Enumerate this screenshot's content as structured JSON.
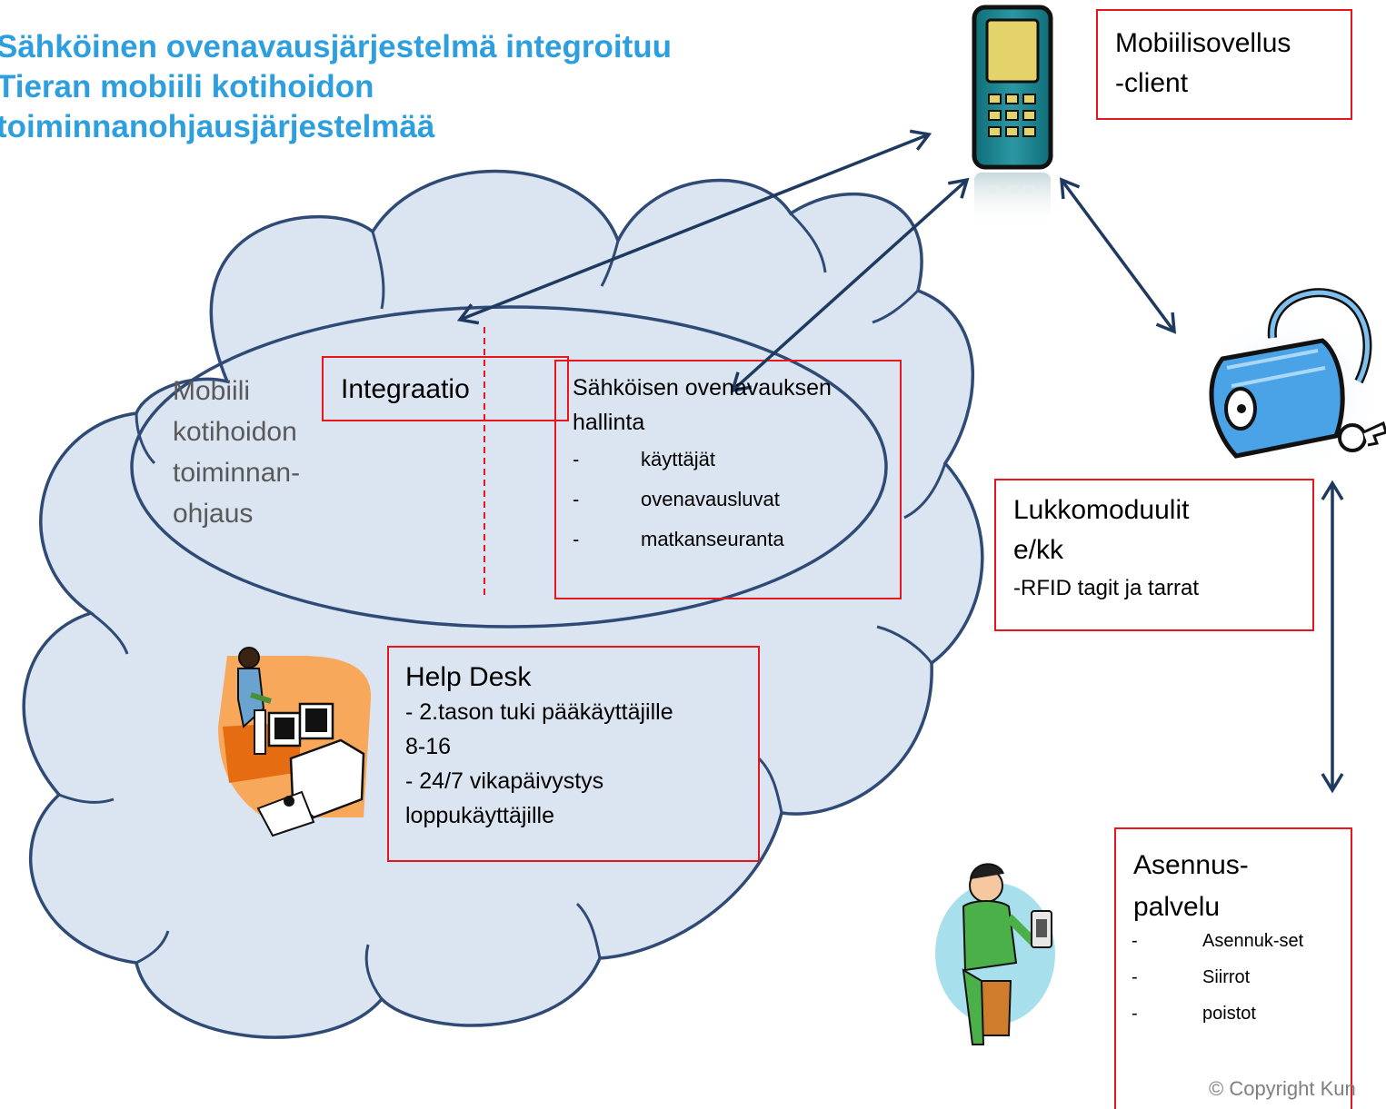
{
  "title": {
    "line1": "Sähköinen ovenavausjärjestelmä integroituu",
    "line2": "Tieran mobiili kotihoidon",
    "line3": "toiminnanohjausjärjestelmää"
  },
  "mobile_client": {
    "line1": "Mobiilisovellus",
    "line2": "-client"
  },
  "home_care": {
    "line1": "Mobiili",
    "line2": "kotihoidon",
    "line3": "toiminnan-",
    "line4": "ohjaus"
  },
  "integration": {
    "label": "Integraatio"
  },
  "door_management": {
    "line1": "Sähköisen ovenavauksen",
    "line2": "hallinta",
    "items": [
      "käyttäjät",
      "ovenavausluvat",
      "matkanseuranta"
    ]
  },
  "lock_modules": {
    "line1": "Lukkomoduulit",
    "line2": "e/kk",
    "line3": "-RFID tagit ja tarrat"
  },
  "help_desk": {
    "line1": "Help Desk",
    "line2": "- 2.tason tuki pääkäyttäjille",
    "line3": "8-16",
    "line4": "- 24/7 vikapäivystys",
    "line5": "loppukäyttäjille"
  },
  "installation": {
    "line1": "Asennus-",
    "line2": "palvelu",
    "items": [
      "Asennuk-set",
      "Siirrot",
      "poistot"
    ]
  },
  "copyright": "© Copyright Kun",
  "colors": {
    "title": "#2e9fde",
    "cloud_fill": "#dbe5f1",
    "cloud_stroke": "#2e4a75",
    "box_stroke": "#e8161c",
    "arrow": "#1f3a60"
  }
}
